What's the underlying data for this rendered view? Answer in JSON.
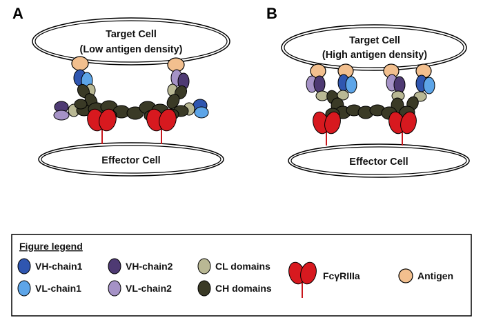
{
  "panels": [
    {
      "letter": "A",
      "target_title": "Target Cell",
      "target_subtitle": "(Low antigen density)",
      "effector": "Effector Cell"
    },
    {
      "letter": "B",
      "target_title": "Target Cell",
      "target_subtitle": "(High antigen density)",
      "effector": "Effector Cell"
    }
  ],
  "legend": {
    "title": "Figure legend",
    "items": {
      "vh1": "VH-chain1",
      "vl1": "VL-chain1",
      "vh2": "VH-chain2",
      "vl2": "VL-chain2",
      "cl": "CL domains",
      "ch": "CH domains",
      "fc": "FcγRIIIa",
      "antigen": "Antigen"
    }
  },
  "colors": {
    "vh1": "#2F56B0",
    "vl1": "#5DA5E8",
    "vh2": "#4E3A73",
    "vl2": "#A592C6",
    "cl": "#B9B894",
    "ch": "#3A3A26",
    "fc": "#D7191F",
    "antigen": "#F2BF8E"
  }
}
